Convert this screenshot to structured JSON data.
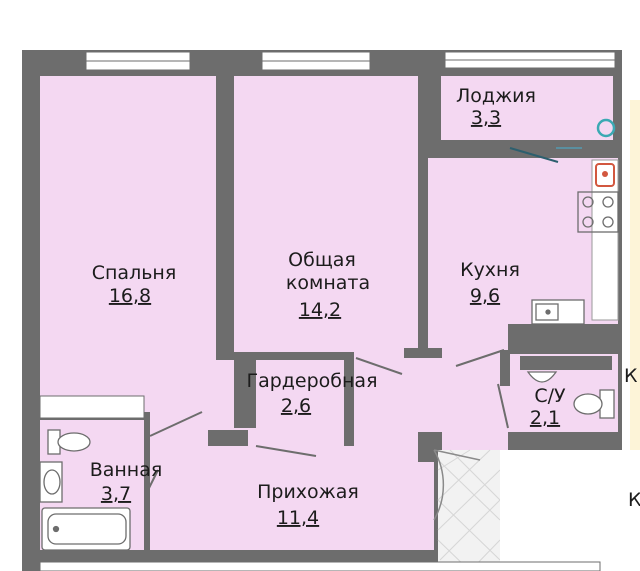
{
  "colors": {
    "wall": "#6d6d6d",
    "room_fill": "#f4d8f2",
    "outside": "#ffffff",
    "fixture": "#9a9a9a",
    "accent_teal": "#3ba9b3",
    "accent_red": "#d2573f"
  },
  "rooms": {
    "bedroom": {
      "name": "Спальня",
      "area": "16,8"
    },
    "living": {
      "name_line1": "Общая",
      "name_line2": "комната",
      "area": "14,2"
    },
    "loggia": {
      "name": "Лоджия",
      "area": "3,3"
    },
    "kitchen": {
      "name": "Кухня",
      "area": "9,6"
    },
    "wardrobe": {
      "name": "Гардеробная",
      "area": "2,6"
    },
    "toilet": {
      "name": "С/У",
      "area": "2,1"
    },
    "bathroom": {
      "name": "Ванная",
      "area": "3,7"
    },
    "hallway": {
      "name": "Прихожая",
      "area": "11,4"
    }
  },
  "edge_labels": {
    "right_middle": "К",
    "right_bottom": "К"
  },
  "icons": [
    "window-icon",
    "toilet-icon",
    "sink-icon",
    "bathtub-icon",
    "stove-icon",
    "kitchen-sink-icon",
    "boiler-icon",
    "entrance-door-icon"
  ]
}
